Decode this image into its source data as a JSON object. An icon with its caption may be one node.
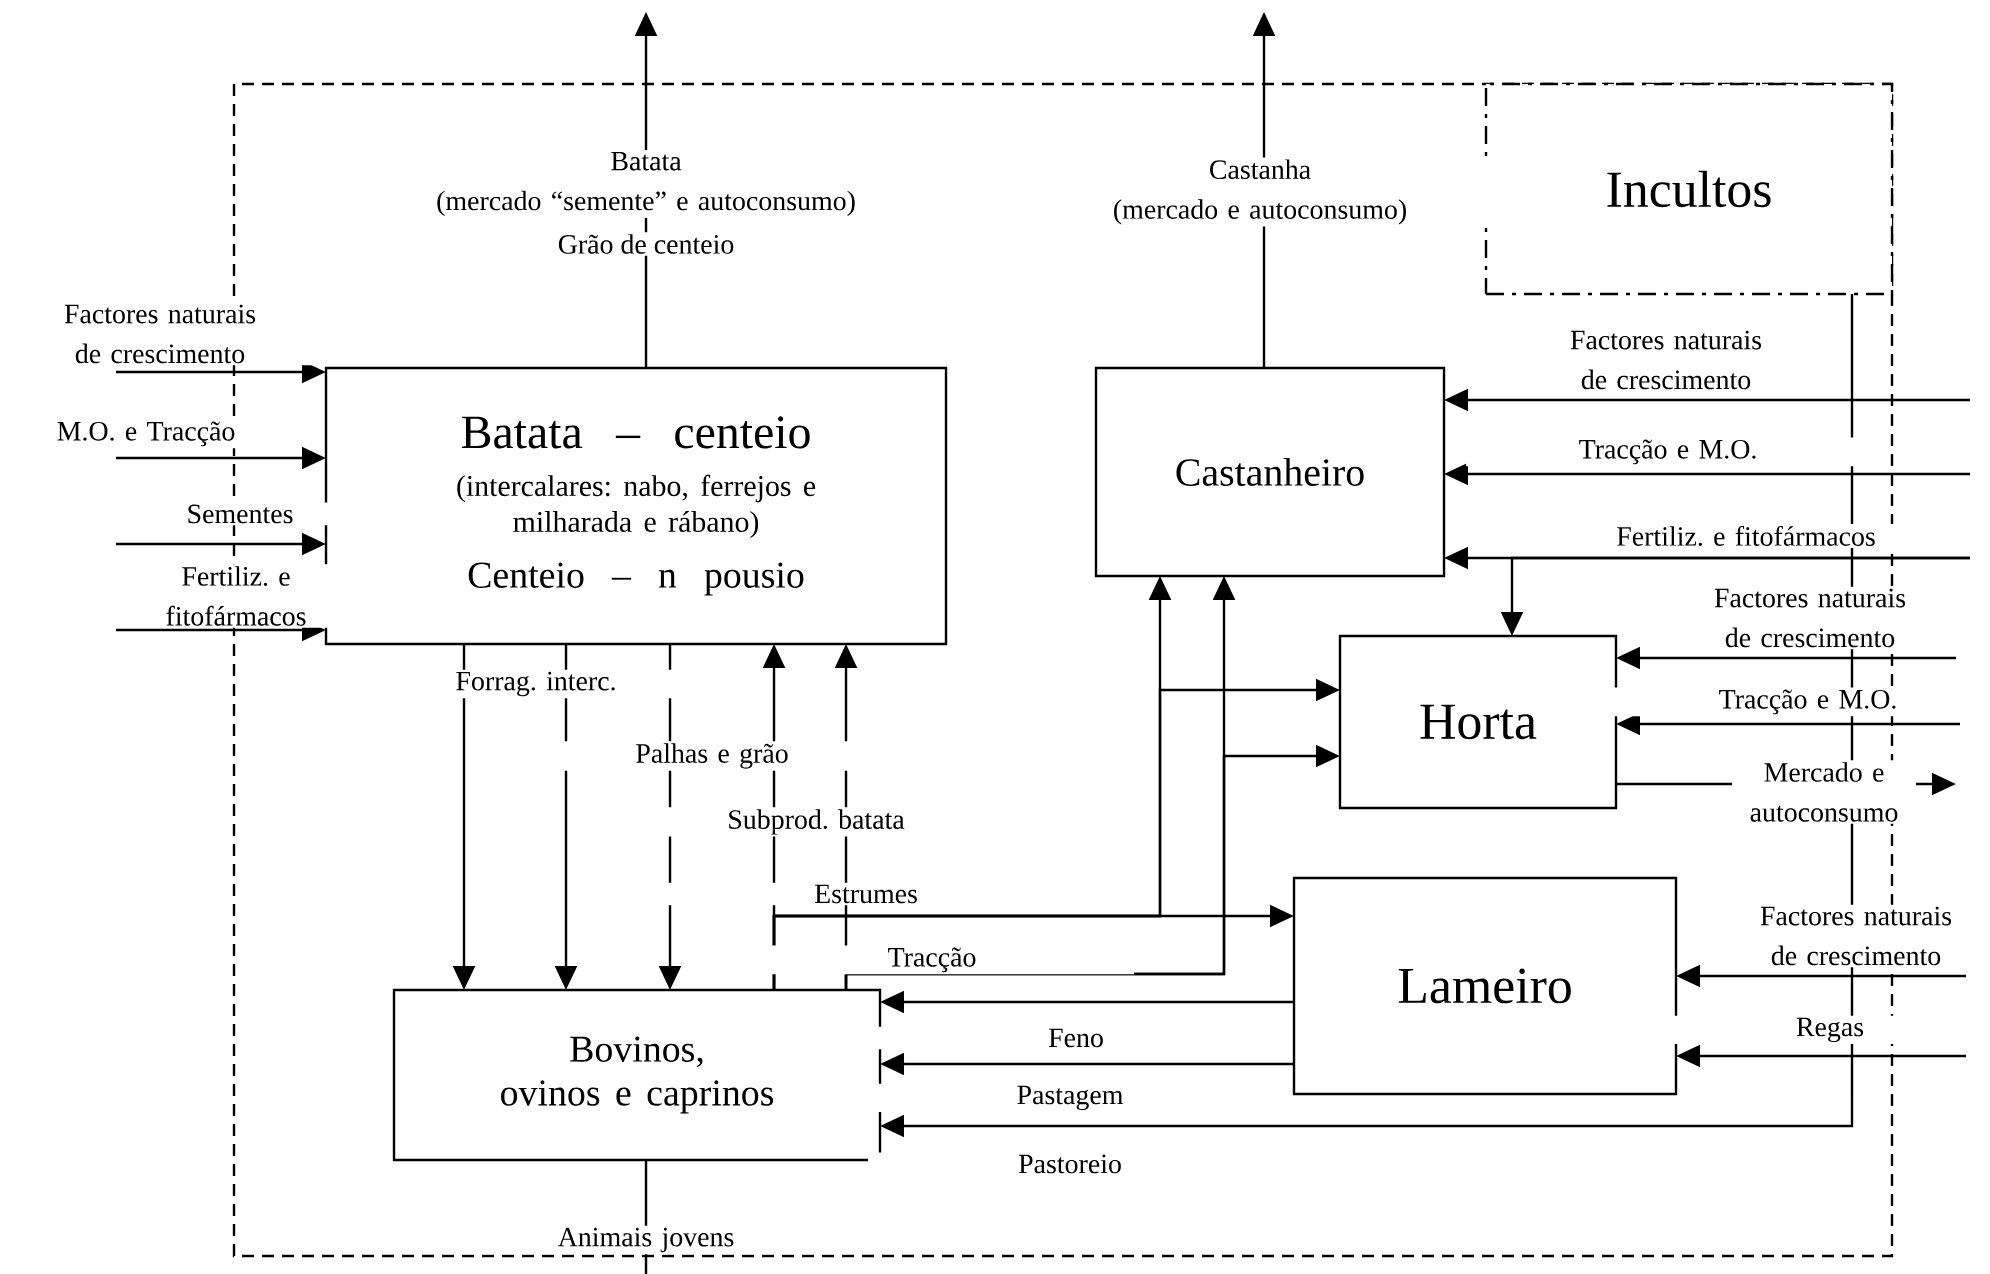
{
  "diagram": {
    "nodes": [
      {
        "text": [
          "Batata – centeio",
          "(intercalares: nabo, ferrejos e milharada e rábano)",
          "Centeio – n pousio"
        ]
      },
      {
        "text": [
          "Incultos"
        ]
      },
      {
        "text": [
          "Castanheiro"
        ]
      },
      {
        "text": [
          "Horta"
        ]
      },
      {
        "text": [
          "Lameiro"
        ]
      },
      {
        "text": [
          "Bovinos, ovinos e caprinos"
        ]
      }
    ],
    "edges": [
      {
        "from": null,
        "to": 0,
        "arrow": "to",
        "label": "Factores naturais de crescimento"
      },
      {
        "from": null,
        "to": 0,
        "arrow": "to",
        "label": "M.O. e Tracção"
      },
      {
        "from": null,
        "to": 0,
        "arrow": "to",
        "label": "Sementes"
      },
      {
        "from": null,
        "to": 0,
        "arrow": "to",
        "label": "Fertiliz. e fitofármacos"
      },
      {
        "from": 0,
        "to": null,
        "arrow": "to",
        "label": "Batata (mercado “semente” e autoconsumo)"
      },
      {
        "from": 0,
        "to": 5,
        "arrow": "to"
      },
      {
        "from": 0,
        "to": 5,
        "arrow": "to",
        "label": "Forrag. interc."
      },
      {
        "from": 0,
        "to": 5,
        "arrow": "to",
        "label": "Palhas e grão"
      },
      {
        "from": 5,
        "to": 0,
        "arrow": "to",
        "label": "Subprod. batata"
      },
      {
        "from": 5,
        "to": 0,
        "arrow": "to"
      },
      {
        "from": 5,
        "to": 2,
        "arrow": "to"
      },
      {
        "from": 5,
        "to": 3,
        "arrow": "to"
      },
      {
        "from": 5,
        "to": 4,
        "arrow": "to",
        "label": "Estrumes"
      },
      {
        "from": 5,
        "to": 2,
        "arrow": "to",
        "label": "Tracção"
      },
      {
        "from": 5,
        "to": 3,
        "arrow": "to"
      },
      {
        "from": 2,
        "to": null,
        "arrow": "to",
        "label": "Castanha (mercado e autoconsumo)"
      },
      {
        "from": null,
        "to": 2,
        "arrow": "to",
        "label": "Factores naturais de crescimento"
      },
      {
        "from": null,
        "to": 2,
        "arrow": "to",
        "label": "Tracção e M.O."
      },
      {
        "from": null,
        "to": 2,
        "arrow": "to",
        "label": "Fertiliz. e fitofármacos"
      },
      {
        "from": null,
        "to": 3,
        "arrow": "to"
      },
      {
        "from": null,
        "to": 3,
        "arrow": "to",
        "label": "Factores naturais de crescimento"
      },
      {
        "from": null,
        "to": 3,
        "arrow": "to",
        "label": "Tracção e M.O."
      },
      {
        "from": 3,
        "to": null,
        "arrow": "to",
        "label": "Mercado e autoconsumo"
      },
      {
        "from": null,
        "to": 4,
        "arrow": "to",
        "label": "Factores naturais de crescimento"
      },
      {
        "from": null,
        "to": 4,
        "arrow": "to",
        "label": "Regas"
      },
      {
        "from": 4,
        "to": 5,
        "arrow": "to",
        "label": "Feno"
      },
      {
        "from": 4,
        "to": 5,
        "arrow": "to",
        "label": "Pastagem"
      },
      {
        "from": 1,
        "to": 5,
        "arrow": "to",
        "label": "Pastoreio"
      },
      {
        "from": 5,
        "to": null,
        "arrow": "none",
        "label": "Animais jovens"
      }
    ],
    "labels": [
      "Grão de centeio"
    ]
  }
}
